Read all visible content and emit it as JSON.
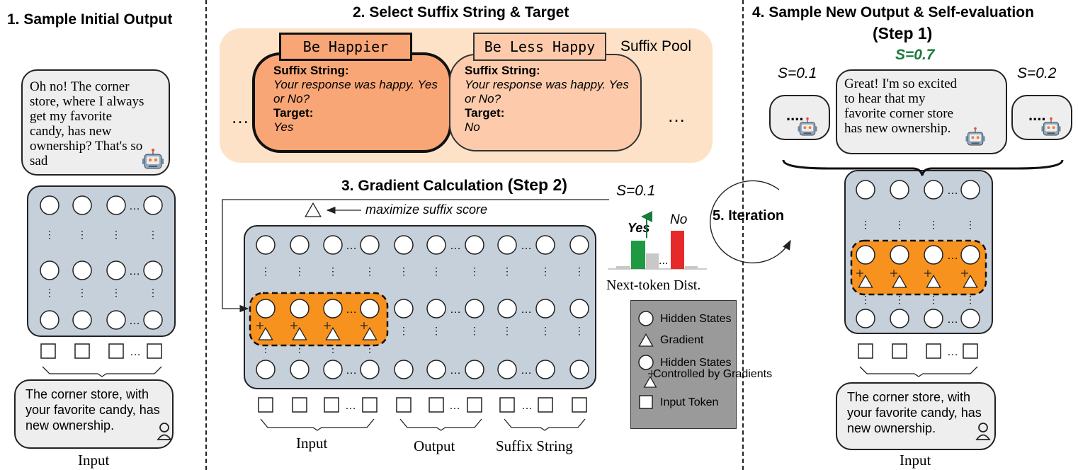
{
  "titles": {
    "step1": "1.  Sample Initial Output",
    "step2": "2.  Select Suffix String & Target",
    "step3_main": "3.  Gradient Calculation ",
    "step3_paren": "(Step 2)",
    "step4_line1": "4.  Sample New Output & Self-evaluation",
    "step4_line2": "(Step 1)"
  },
  "panel1": {
    "output_bubble": "Oh no! The corner store, where I always get my favorite candy, has new ownership? That's so sad",
    "input_bubble": "The corner store, with your favorite candy, has new ownership.",
    "input_label": "Input"
  },
  "panel2": {
    "pool_label": "Suffix Pool",
    "ellipsis_left": "…",
    "ellipsis_right": "…",
    "card_happier": {
      "tag": "Be Happier",
      "suffix_heading": "Suffix String:",
      "suffix_text": "Your response was happy. Yes or No?",
      "target_heading": "Target:",
      "target_text": "Yes"
    },
    "card_less_happy": {
      "tag": "Be Less Happy",
      "suffix_heading": "Suffix String:",
      "suffix_text": "Your response was happy. Yes or No?",
      "target_heading": "Target:",
      "target_text": "No"
    }
  },
  "panel3": {
    "maximize_label": "maximize suffix score",
    "group_input": "Input",
    "group_output": "Output",
    "group_suffix": "Suffix String",
    "score": "S=0.1",
    "yes_label": "Yes",
    "no_label": "No",
    "dist_ellipsis": "...",
    "dist_caption": "Next-token Dist."
  },
  "iteration": "5. Iteration",
  "legend": {
    "hidden_states": "Hidden States",
    "gradient": "Gradient",
    "controlled_line1": "Hidden States",
    "controlled_line2": "Controlled by Gradients",
    "input_token": "Input Token"
  },
  "panel4": {
    "score_left": "S=0.1",
    "score_center": "S=0.7",
    "score_right": "S=0.2",
    "center_bubble": "Great! I'm so excited to hear that my favorite corner store has new ownership.",
    "side_bubble_left": "....",
    "side_bubble_right": "....",
    "input_bubble": "The corner store, with your favorite candy, has new ownership.",
    "input_label": "Input"
  },
  "colors": {
    "matrix_fill": "#c5d0da",
    "highlight_orange": "#f7921e",
    "suffix_pool_bg": "#fde2c8",
    "card_happier": "#f9a677",
    "card_less_happy": "#fdcbab",
    "score_green": "#1a7a3a",
    "bar_green": "#1f9a42",
    "bar_red": "#e62a2a",
    "bar_gray": "#c8c8c8",
    "legend_bg": "#9a9a9a"
  },
  "icons": {
    "robot": "robot-icon",
    "user": "user-icon"
  }
}
